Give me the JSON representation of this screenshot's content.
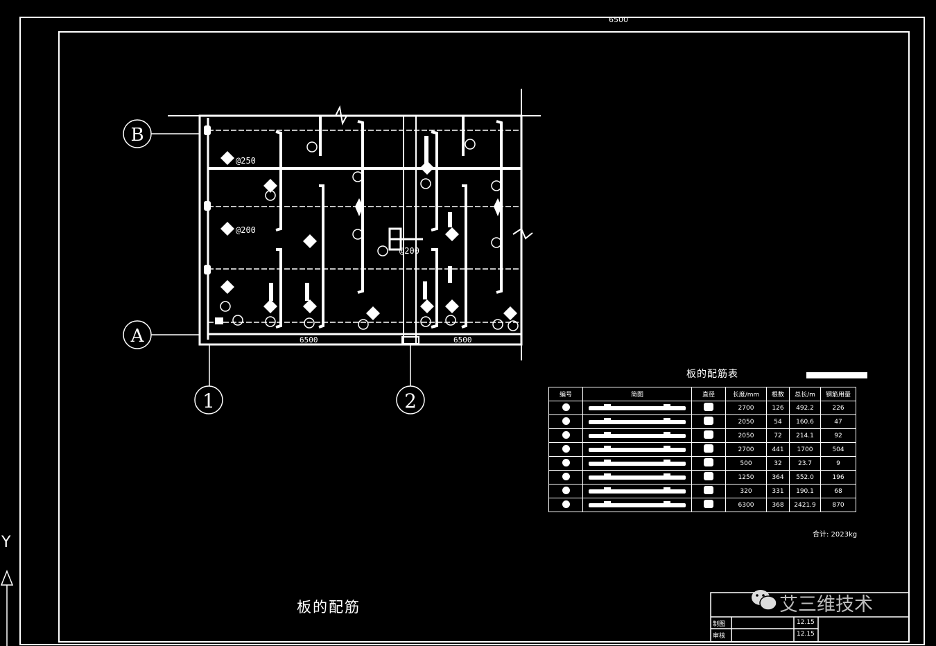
{
  "axis_labels": {
    "b": "B",
    "a": "A",
    "one": "1",
    "two": "2"
  },
  "drawing_title": "板的配筋",
  "table_title": "板的配筋表",
  "top_dimension": "6500",
  "dimension_labels": [
    "6500",
    "6500"
  ],
  "rebar_annotations": [
    "@250",
    "@200",
    "@200"
  ],
  "rebar_table": {
    "headers": [
      "编号",
      "简图",
      "直径",
      "长度/mm",
      "根数",
      "总长/m",
      "钢筋用量"
    ],
    "rows": [
      {
        "length": "2700",
        "count": "126",
        "total": "492.2",
        "weight": "226"
      },
      {
        "length": "2050",
        "count": "54",
        "total": "160.6",
        "weight": "47"
      },
      {
        "length": "2050",
        "count": "72",
        "total": "214.1",
        "weight": "92"
      },
      {
        "length": "2700",
        "count": "441",
        "total": "1700",
        "weight": "504"
      },
      {
        "length": "500",
        "count": "32",
        "total": "23.7",
        "weight": "9"
      },
      {
        "length": "1250",
        "count": "364",
        "total": "552.0",
        "weight": "196"
      },
      {
        "length": "320",
        "count": "331",
        "total": "190.1",
        "weight": "68"
      },
      {
        "length": "6300",
        "count": "368",
        "total": "2421.9",
        "weight": "870"
      }
    ]
  },
  "total_text": "合计: 2023kg",
  "title_block": {
    "drawn_by": "制图",
    "checked_by": "审核",
    "date1": "12.15",
    "date2": "12.15"
  },
  "watermark": "艾三维技术",
  "ucs": {
    "y": "Y"
  }
}
